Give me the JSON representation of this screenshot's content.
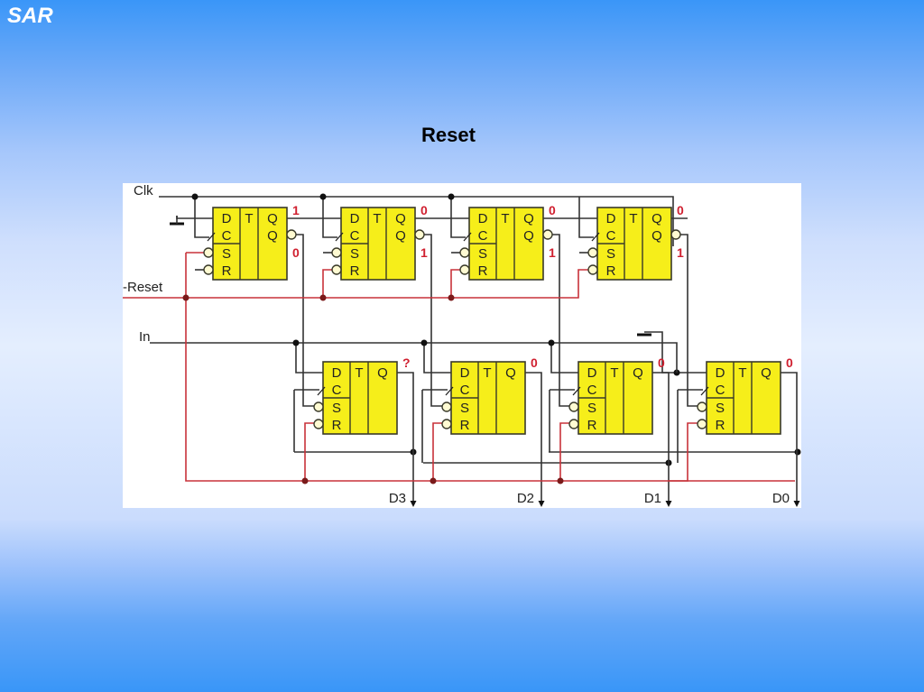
{
  "slide": {
    "title": "SAR",
    "heading": "Reset"
  },
  "colors": {
    "ff_fill": "#f6ee1a",
    "ff_stroke": "#3a3a2a",
    "wire": "#333333",
    "reset_wire": "#c8323a",
    "state_label": "#d02030",
    "bubble": "#fffbd2"
  },
  "signals": {
    "clk": "Clk",
    "reset": "-Reset",
    "in": "In"
  },
  "flipflop_labels": {
    "d": "D",
    "c": "C",
    "s": "S",
    "r": "R",
    "t": "T",
    "q": "Q",
    "qn": "Q"
  },
  "top_row": [
    {
      "q": "1",
      "qn": "0"
    },
    {
      "q": "0",
      "qn": "1"
    },
    {
      "q": "0",
      "qn": "1"
    },
    {
      "q": "0",
      "qn": "1"
    }
  ],
  "bottom_row": [
    {
      "q": "?",
      "output": "D3"
    },
    {
      "q": "0",
      "output": "D2"
    },
    {
      "q": "0",
      "output": "D1"
    },
    {
      "q": "0",
      "output": "D0"
    }
  ]
}
